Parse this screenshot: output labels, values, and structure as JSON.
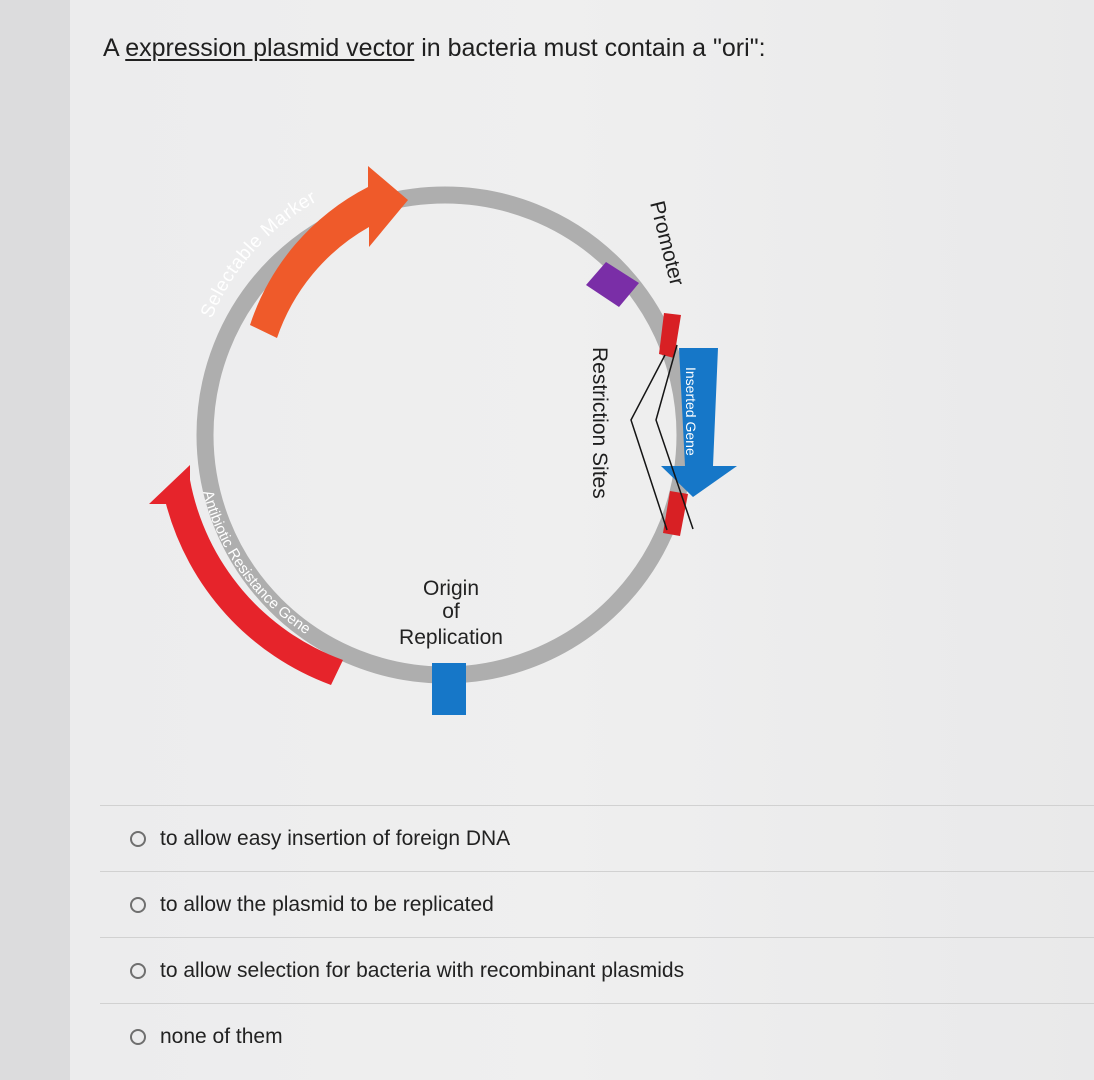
{
  "question": {
    "prefix": "A ",
    "link": "expression plasmid vector",
    "suffix": " in bacteria must contain a \"ori\":"
  },
  "diagram": {
    "labels": {
      "selectable_marker": "Selectable Marker",
      "promoter": "Promoter",
      "restriction_sites": "Restriction Sites",
      "inserted_gene": "Inserted Gene",
      "antibiotic_resistance_gene": "Antibiotic Resistance Gene",
      "origin_line1": "Origin",
      "origin_line2": "of",
      "origin_line3": "Replication"
    },
    "colors": {
      "plasmid": "#aaaaaa",
      "selectable_marker": "#ef5a2a",
      "antibiotic_resistance": "#e6242b",
      "promoter": "#7a2ea7",
      "inserted_gene": "#1677c8",
      "origin": "#1677c8",
      "restriction_sites": "#d82024"
    }
  },
  "answers": [
    {
      "label": "to allow easy insertion of foreign DNA"
    },
    {
      "label": "to allow the plasmid to be replicated"
    },
    {
      "label": "to allow selection for bacteria with recombinant plasmids"
    },
    {
      "label": "none of them"
    }
  ]
}
